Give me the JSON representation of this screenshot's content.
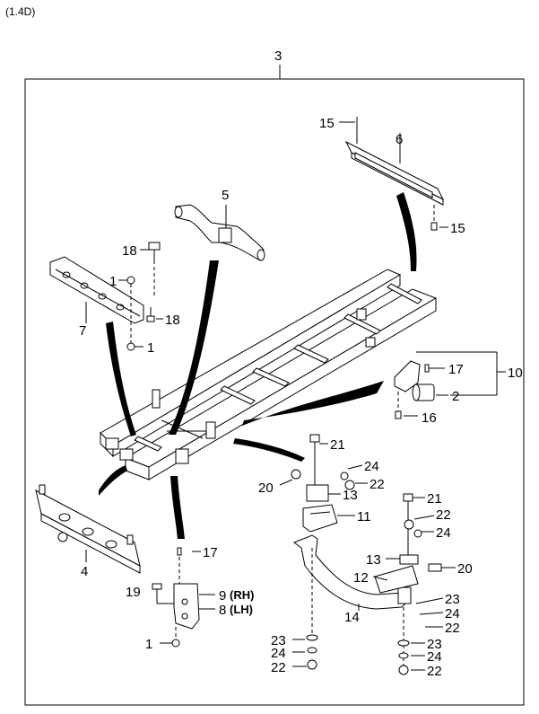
{
  "variant": "(1.4D)",
  "callouts": {
    "c1a": "1",
    "c1b": "1",
    "c1c": "1",
    "c2": "2",
    "c3": "3",
    "c4": "4",
    "c5": "5",
    "c6": "6",
    "c7": "7",
    "c8": "8",
    "c8_side": "(LH)",
    "c9": "9",
    "c9_side": "(RH)",
    "c10": "10",
    "c11": "11",
    "c12": "12",
    "c13a": "13",
    "c13b": "13",
    "c14": "14",
    "c15a": "15",
    "c15b": "15",
    "c16": "16",
    "c17a": "17",
    "c17b": "17",
    "c18a": "18",
    "c18b": "18",
    "c19": "19",
    "c20a": "20",
    "c20b": "20",
    "c21a": "21",
    "c21b": "21",
    "c22a": "22",
    "c22b": "22",
    "c22c": "22",
    "c22d": "22",
    "c22e": "22",
    "c23a": "23",
    "c23b": "23",
    "c23c": "23",
    "c24a": "24",
    "c24b": "24",
    "c24c": "24",
    "c24d": "24"
  }
}
